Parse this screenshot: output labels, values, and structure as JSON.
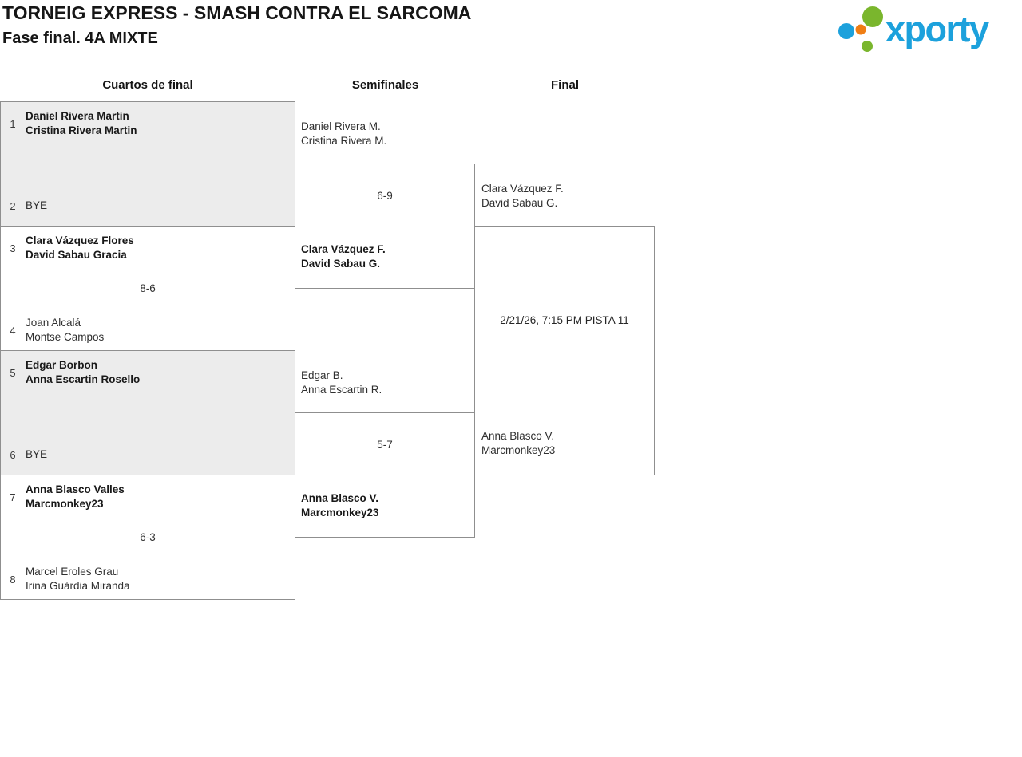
{
  "header": {
    "title": "TORNEIG EXPRESS - SMASH CONTRA EL SARCOMA",
    "subtitle": "Fase final. 4A MIXTE"
  },
  "logo": {
    "text": "xporty",
    "colors": {
      "blue": "#1ca1dc",
      "green": "#7ab62d",
      "orange": "#f07e14"
    }
  },
  "rounds": {
    "quarterfinals": "Cuartos de final",
    "semifinals": "Semifinales",
    "final": "Final"
  },
  "colors": {
    "border": "#8f8f8f",
    "shaded_match_bg": "#ececec"
  },
  "quarterfinals": [
    {
      "shaded": true,
      "score": "",
      "top": {
        "seed": "1",
        "lines": [
          "Daniel Rivera Martin",
          "Cristina Rivera Martin"
        ],
        "winner": true
      },
      "bottom": {
        "seed": "2",
        "lines": [
          "BYE"
        ],
        "winner": false
      }
    },
    {
      "shaded": false,
      "score": "8-6",
      "top": {
        "seed": "3",
        "lines": [
          "Clara Vázquez Flores",
          "David Sabau Gracia"
        ],
        "winner": true
      },
      "bottom": {
        "seed": "4",
        "lines": [
          "Joan Alcalá",
          "Montse Campos"
        ],
        "winner": false
      }
    },
    {
      "shaded": true,
      "score": "",
      "top": {
        "seed": "5",
        "lines": [
          "Edgar Borbon",
          "Anna Escartin Rosello"
        ],
        "winner": true
      },
      "bottom": {
        "seed": "6",
        "lines": [
          "BYE"
        ],
        "winner": false
      }
    },
    {
      "shaded": false,
      "score": "6-3",
      "top": {
        "seed": "7",
        "lines": [
          "Anna Blasco Valles",
          "Marcmonkey23"
        ],
        "winner": true
      },
      "bottom": {
        "seed": "8",
        "lines": [
          "Marcel Eroles Grau",
          "Irina Guàrdia Miranda"
        ],
        "winner": false
      }
    }
  ],
  "semifinals": [
    {
      "score": "6-9",
      "top": {
        "lines": [
          "Daniel Rivera M.",
          "Cristina Rivera M."
        ],
        "winner": false
      },
      "bottom": {
        "lines": [
          "Clara Vázquez F.",
          "David Sabau G."
        ],
        "winner": true
      }
    },
    {
      "score": "5-7",
      "top": {
        "lines": [
          "Edgar B.",
          "Anna Escartin R."
        ],
        "winner": false
      },
      "bottom": {
        "lines": [
          "Anna Blasco V.",
          "Marcmonkey23"
        ],
        "winner": true
      }
    }
  ],
  "final": {
    "info": "2/21/26, 7:15 PM PISTA 11",
    "top": {
      "lines": [
        "Clara Vázquez F.",
        "David Sabau G."
      ],
      "winner": false
    },
    "bottom": {
      "lines": [
        "Anna Blasco V.",
        "Marcmonkey23"
      ],
      "winner": false
    }
  }
}
